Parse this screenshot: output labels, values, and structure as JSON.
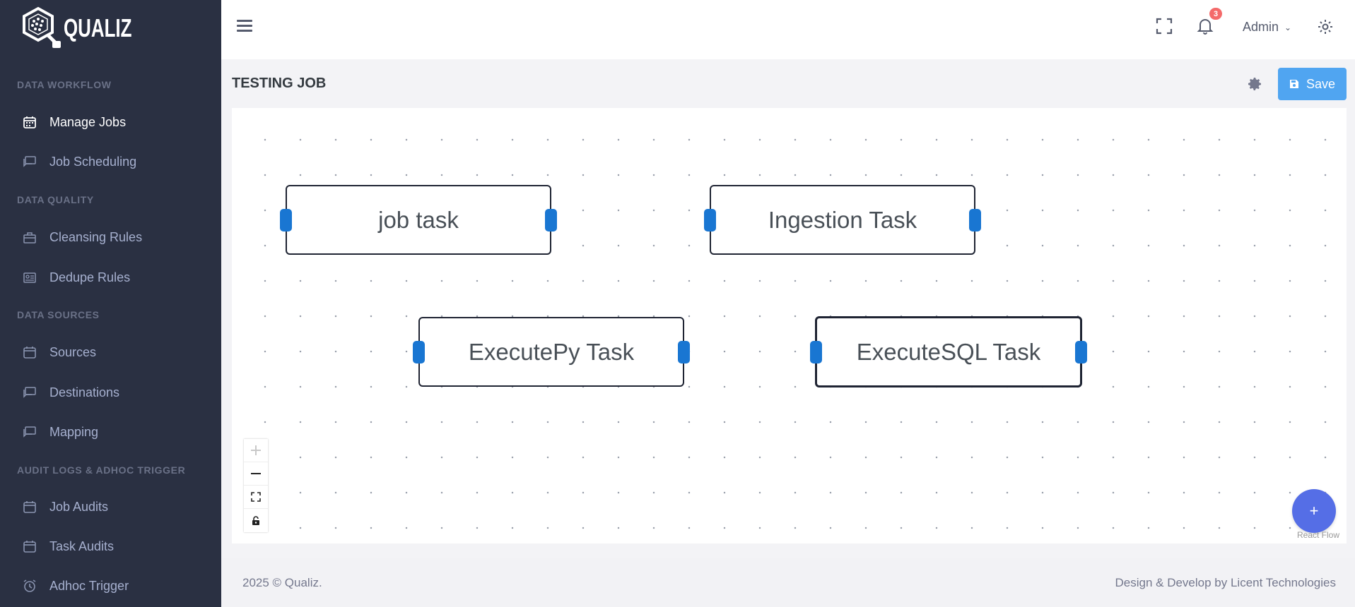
{
  "brand": {
    "name": "QUALIZ"
  },
  "sidebar": {
    "sections": [
      {
        "title": "DATA WORKFLOW"
      },
      {
        "title": "DATA QUALITY"
      },
      {
        "title": "DATA SOURCES"
      },
      {
        "title": "AUDIT LOGS & ADHOC TRIGGER"
      }
    ],
    "items": [
      {
        "label": "Manage Jobs",
        "icon": "calendar-icon",
        "active": true
      },
      {
        "label": "Job Scheduling",
        "icon": "chat-icon"
      },
      {
        "label": "Cleansing Rules",
        "icon": "briefcase-icon"
      },
      {
        "label": "Dedupe Rules",
        "icon": "id-card-icon"
      },
      {
        "label": "Sources",
        "icon": "calendar-icon"
      },
      {
        "label": "Destinations",
        "icon": "chat-icon"
      },
      {
        "label": "Mapping",
        "icon": "chat-icon"
      },
      {
        "label": "Job Audits",
        "icon": "calendar-icon"
      },
      {
        "label": "Task Audits",
        "icon": "calendar-icon"
      },
      {
        "label": "Adhoc Trigger",
        "icon": "alarm-clock-icon"
      }
    ]
  },
  "topbar": {
    "notification_count": "3",
    "user": "Admin"
  },
  "page": {
    "title": "TESTING JOB",
    "save_label": "Save"
  },
  "flow": {
    "nodes": [
      {
        "label": "job task"
      },
      {
        "label": "Ingestion Task"
      },
      {
        "label": "ExecutePy Task"
      },
      {
        "label": "ExecuteSQL Task",
        "selected": true
      }
    ],
    "fab_label": "+",
    "attribution": "React Flow"
  },
  "footer": {
    "left": "2025 © Qualiz.",
    "right": "Design & Develop by Licent Technologies"
  },
  "colors": {
    "sidebar_bg": "#2a3042",
    "primary": "#556ee6",
    "save": "#50a5f1",
    "handle": "#1976d2",
    "badge": "#f46a6a"
  }
}
